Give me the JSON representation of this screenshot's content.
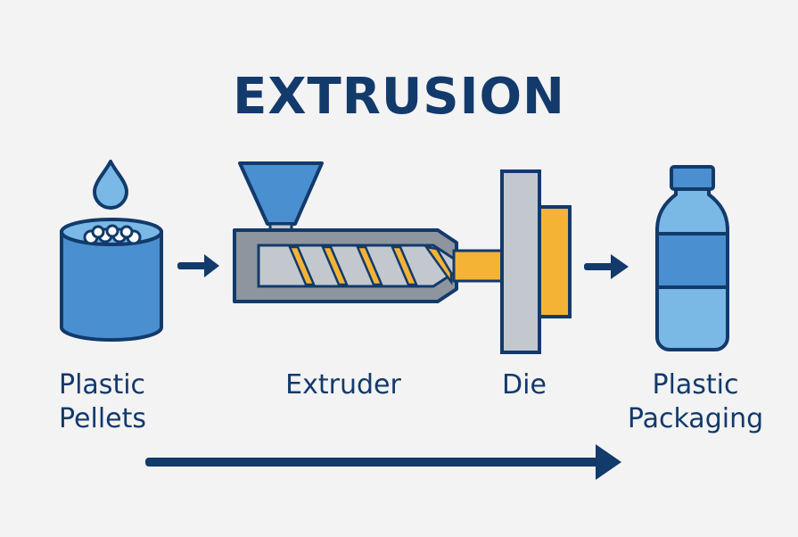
{
  "title": "EXTRUSION",
  "labels": {
    "pellets_line1": "Plastic",
    "pellets_line2": "Pellets",
    "extruder": "Extruder",
    "die": "Die",
    "packaging_line1": "Plastic",
    "packaging_line2": "Packaging"
  },
  "colors": {
    "navy": "#123a6b",
    "blue": "#4a8fcf",
    "light_blue": "#7ab8e6",
    "gray": "#8e959e",
    "light_gray": "#c3c8cf",
    "yellow": "#f5b335",
    "background": "#f3f3f3"
  }
}
